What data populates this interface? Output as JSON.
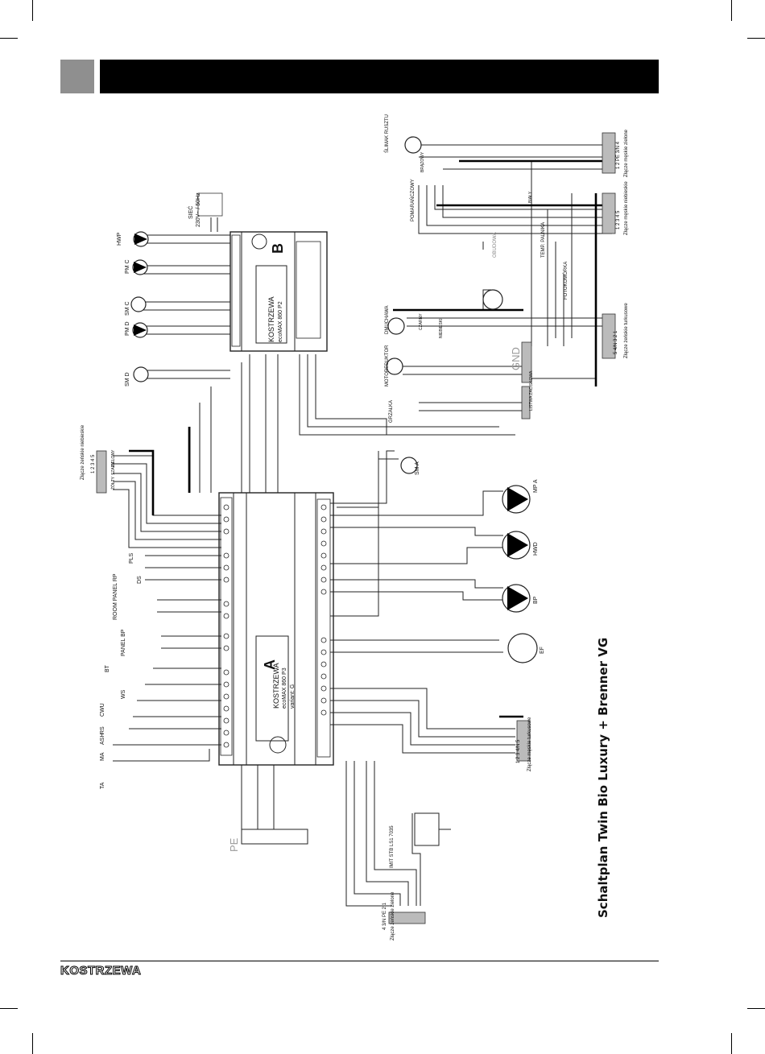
{
  "title": "Schaltplan Twin Bio Luxury + Brenner VG",
  "logo": "KOSTRZEWA",
  "controllers": {
    "a": {
      "name": "KOSTRZEWA",
      "model": "ecoMAX 860 P3",
      "variant": "variant: G",
      "letter": "A"
    },
    "b": {
      "name": "KOSTRZEWA",
      "model": "ecoMAX 860 P2",
      "letter": "B"
    }
  },
  "mains": {
    "label": "SIEĆ",
    "spec": "230V~ / 50Hz"
  },
  "left_devices": [
    "TA",
    "MA",
    "ASH",
    "RS",
    "CWU",
    "WS",
    "BT",
    "PANEL BP",
    "ROOM PANEL RP",
    "DS",
    "PLS"
  ],
  "top_devices": [
    "SM D",
    "PM D",
    "SM C",
    "PM C",
    "HWP"
  ],
  "pumps": [
    "MP A",
    "HWD",
    "BP"
  ],
  "other": {
    "ef": "EF",
    "sma": "SM A",
    "pe": "PE",
    "stb": "IMIT STB LS1 7035"
  },
  "connectors": {
    "green_bottom": {
      "label": "Złącze żeńskie zielone",
      "pins": "4 3/N PE 2 1"
    },
    "blue_left": {
      "label": "Złącze żeńskie niebieskie",
      "pins": "1 2 3 4 5"
    },
    "turq_bottom": {
      "label": "Złącze męskie turkusowe",
      "pins": "1 2 3 4/N 5"
    },
    "green_right": {
      "label": "Złącze męskie zielone",
      "pins": "1 2 PE 3/N 4"
    },
    "blue_right": {
      "label": "Złącze męskie niebieskie",
      "pins": "1 2 3 4 5"
    },
    "turq_right": {
      "label": "Złącze żeńskie turkusowe",
      "pins": "5 4/N 3 2 1"
    }
  },
  "burner": {
    "slownik": "ŚLIMAK RUSZTU",
    "dmuchawa": "DMUCHAWA",
    "motoreduktor": "MOTOREDUKTOR",
    "grzalka": "GRZAŁKA",
    "pomarancz": "POMARAŃCZOWY",
    "temp": "TEMP. PALNIKA",
    "foto": "FOTOKOMÓRKA",
    "listwa": "LISTWA ZACISKOWA",
    "obudowa": "OBUDOWA",
    "gnd": "GND"
  },
  "wire_colors": [
    "BRĄZOWY",
    "NIEBIESKI",
    "CZARNY",
    "BIAŁY",
    "SZARY",
    "ZIELONY",
    "ŻÓŁTY"
  ]
}
